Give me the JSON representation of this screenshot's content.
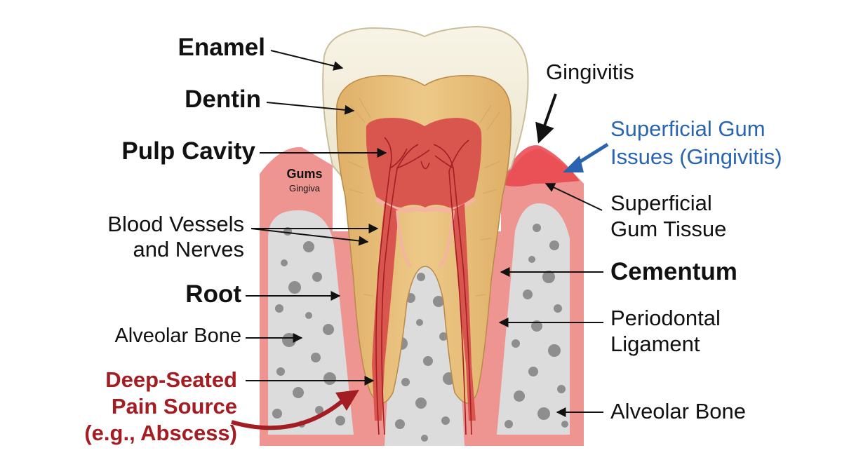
{
  "colors": {
    "enamel": "#f3eedc",
    "dentin": "#e6bd73",
    "pulp": "#d9564f",
    "gum": "#ef9591",
    "gum_inflamed": "#e8454c",
    "bone": "#dcdcdc",
    "bone_spots": "#8e8e8e",
    "vessel": "#b8262c",
    "callout_blue": "#2a64b0",
    "callout_red": "#a31d22",
    "text": "#111111"
  },
  "labels": {
    "enamel": "Enamel",
    "dentin": "Dentin",
    "pulp_cavity": "Pulp Cavity",
    "gums": "Gums",
    "gingiva": "Gingiva",
    "blood_vessels_line1": "Blood Vessels",
    "blood_vessels_line2": "and Nerves",
    "root": "Root",
    "alveolar_bone_left": "Alveolar Bone",
    "deep_seated_line1": "Deep-Seated",
    "deep_seated_line2": "Pain Source",
    "deep_seated_line3": "(e.g., Abscess)",
    "gingivitis": "Gingivitis",
    "superficial_issues_line1": "Superficial Gum",
    "superficial_issues_line2": "Issues (Gingivitis)",
    "superficial_tissue_line1": "Superficial",
    "superficial_tissue_line2": "Gum Tissue",
    "cementum": "Cementum",
    "periodontal_line1": "Periodontal",
    "periodontal_line2": "Ligament",
    "alveolar_bone_right": "Alveolar Bone"
  }
}
